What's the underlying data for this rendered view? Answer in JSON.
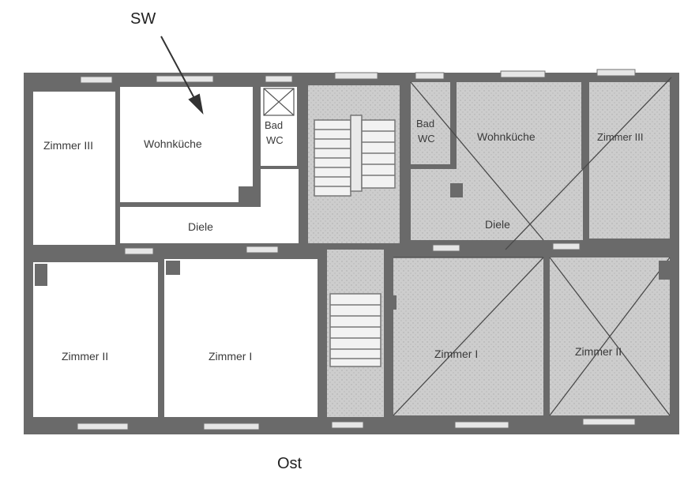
{
  "labels": {
    "orientation_top": "SW",
    "orientation_bottom": "Ost"
  },
  "rooms_left": {
    "zimmer3": "Zimmer III",
    "wohnkueche": "Wohnküche",
    "bad": "Bad",
    "wc": "WC",
    "diele": "Diele",
    "zimmer2": "Zimmer II",
    "zimmer1": "Zimmer I"
  },
  "rooms_right": {
    "bad": "Bad",
    "wc": "WC",
    "wohnkueche": "Wohnküche",
    "zimmer3": "Zimmer III",
    "diele": "Diele",
    "zimmer1": "Zimmer I",
    "zimmer2": "Zimmer II"
  },
  "colors": {
    "wall": "#6a6a6a",
    "shaded_room": "#cfcfcf",
    "white_room": "#ffffff"
  }
}
